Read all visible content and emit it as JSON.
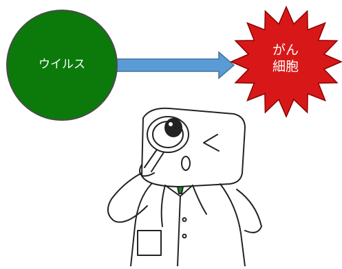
{
  "diagram": {
    "virus_label": "ウイルス",
    "cancer_cell_label_line1": "がん",
    "cancer_cell_label_line2": "細胞",
    "virus_color": "#0b7a0b",
    "virus_border": "#4a4a4a",
    "arrow_color": "#5b9bd5",
    "arrow_border": "#41719c",
    "cell_color": "#d81818",
    "cell_border": "#8a0000"
  }
}
